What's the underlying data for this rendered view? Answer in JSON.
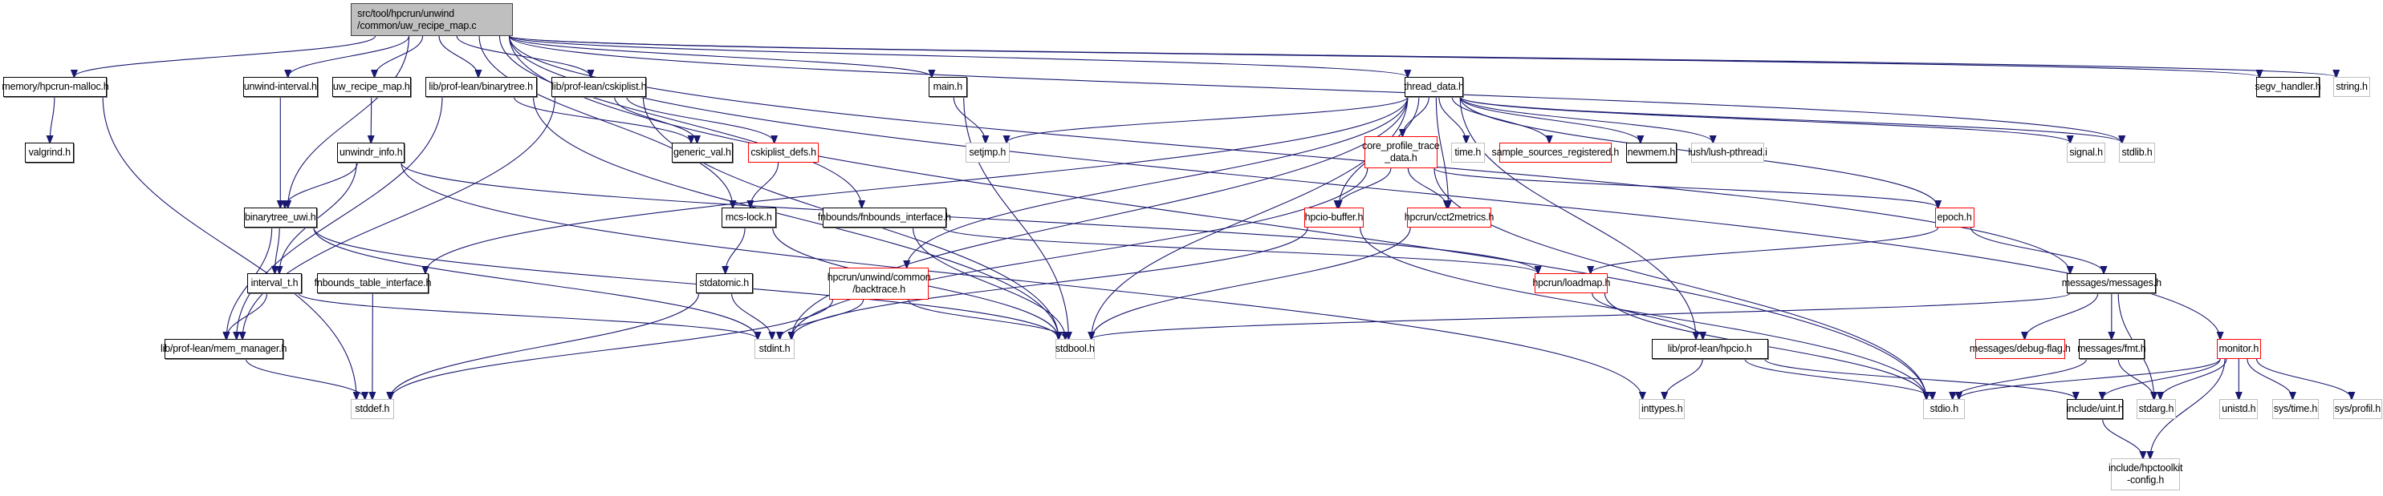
{
  "diagram": {
    "type": "include-dependency-graph",
    "root": "src/tool/hpcrun/unwind\n/common/uw_recipe_map.c",
    "colors": {
      "edge": "#191970",
      "root_fill": "#bfbfbf",
      "documented_border": "#000000",
      "external_border": "#bfbfbf",
      "incomplete_border": "#ff0000"
    },
    "nodes": [
      {
        "id": "root",
        "label": "src/tool/hpcrun/unwind\n/common/uw_recipe_map.c",
        "style": "root"
      },
      {
        "id": "hpcrun_malloc",
        "label": "memory/hpcrun-malloc.h",
        "style": "documented"
      },
      {
        "id": "valgrind",
        "label": "valgrind.h",
        "style": "documented"
      },
      {
        "id": "unwind_interval",
        "label": "unwind-interval.h",
        "style": "documented"
      },
      {
        "id": "uw_recipe_map",
        "label": "uw_recipe_map.h",
        "style": "documented"
      },
      {
        "id": "binarytree",
        "label": "lib/prof-lean/binarytree.h",
        "style": "documented"
      },
      {
        "id": "cskiplist",
        "label": "lib/prof-lean/cskiplist.h",
        "style": "documented"
      },
      {
        "id": "main_h",
        "label": "main.h",
        "style": "documented"
      },
      {
        "id": "thread_data",
        "label": "thread_data.h",
        "style": "documented"
      },
      {
        "id": "segv_handler",
        "label": "segv_handler.h",
        "style": "documented"
      },
      {
        "id": "string_h",
        "label": "string.h",
        "style": "external"
      },
      {
        "id": "unwindr_info",
        "label": "unwindr_info.h",
        "style": "documented"
      },
      {
        "id": "generic_val",
        "label": "generic_val.h",
        "style": "documented"
      },
      {
        "id": "cskiplist_defs",
        "label": "cskiplist_defs.h",
        "style": "incomplete"
      },
      {
        "id": "setjmp",
        "label": "setjmp.h",
        "style": "external"
      },
      {
        "id": "core_profile",
        "label": "core_profile_trace\n_data.h",
        "style": "incomplete"
      },
      {
        "id": "time_h",
        "label": "time.h",
        "style": "external"
      },
      {
        "id": "sample_sources",
        "label": "sample_sources_registered.h",
        "style": "incomplete"
      },
      {
        "id": "newmem",
        "label": "newmem.h",
        "style": "documented"
      },
      {
        "id": "lush_pthread",
        "label": "lush/lush-pthread.i",
        "style": "external"
      },
      {
        "id": "signal_h",
        "label": "signal.h",
        "style": "external"
      },
      {
        "id": "stdlib_h",
        "label": "stdlib.h",
        "style": "external"
      },
      {
        "id": "binarytree_uwi",
        "label": "binarytree_uwi.h",
        "style": "documented"
      },
      {
        "id": "mcs_lock",
        "label": "mcs-lock.h",
        "style": "documented"
      },
      {
        "id": "fnbounds_interface",
        "label": "fnbounds/fnbounds_interface.h",
        "style": "documented"
      },
      {
        "id": "hpcio_buffer",
        "label": "hpcio-buffer.h",
        "style": "incomplete"
      },
      {
        "id": "cct2metrics",
        "label": "hpcrun/cct2metrics.h",
        "style": "incomplete"
      },
      {
        "id": "epoch",
        "label": "epoch.h",
        "style": "incomplete"
      },
      {
        "id": "interval_t",
        "label": "interval_t.h",
        "style": "documented"
      },
      {
        "id": "fnbounds_table",
        "label": "fnbounds_table_interface.h",
        "style": "documented"
      },
      {
        "id": "stdatomic",
        "label": "stdatomic.h",
        "style": "documented"
      },
      {
        "id": "backtrace",
        "label": "hpcrun/unwind/common\n/backtrace.h",
        "style": "incomplete"
      },
      {
        "id": "loadmap",
        "label": "hpcrun/loadmap.h",
        "style": "incomplete"
      },
      {
        "id": "messages",
        "label": "messages/messages.h",
        "style": "documented"
      },
      {
        "id": "mem_manager",
        "label": "lib/prof-lean/mem_manager.h",
        "style": "documented"
      },
      {
        "id": "stdint_h",
        "label": "stdint.h",
        "style": "external"
      },
      {
        "id": "stdbool_h",
        "label": "stdbool.h",
        "style": "external"
      },
      {
        "id": "hpcio",
        "label": "lib/prof-lean/hpcio.h",
        "style": "documented"
      },
      {
        "id": "debug_flag",
        "label": "messages/debug-flag.h",
        "style": "incomplete"
      },
      {
        "id": "fmt",
        "label": "messages/fmt.h",
        "style": "documented"
      },
      {
        "id": "monitor",
        "label": "monitor.h",
        "style": "incomplete"
      },
      {
        "id": "stddef_h",
        "label": "stddef.h",
        "style": "external"
      },
      {
        "id": "inttypes_h",
        "label": "inttypes.h",
        "style": "external"
      },
      {
        "id": "stdio_h",
        "label": "stdio.h",
        "style": "external"
      },
      {
        "id": "uint_h",
        "label": "include/uint.h",
        "style": "documented"
      },
      {
        "id": "stdarg_h",
        "label": "stdarg.h",
        "style": "external"
      },
      {
        "id": "unistd_h",
        "label": "unistd.h",
        "style": "external"
      },
      {
        "id": "sys_time",
        "label": "sys/time.h",
        "style": "external"
      },
      {
        "id": "sys_profil",
        "label": "sys/profil.h",
        "style": "external"
      },
      {
        "id": "hpctoolkit_config",
        "label": "include/hpctoolkit\n-config.h",
        "style": "external"
      }
    ],
    "edges": [
      [
        "root",
        "hpcrun_malloc"
      ],
      [
        "root",
        "unwind_interval"
      ],
      [
        "root",
        "uw_recipe_map"
      ],
      [
        "root",
        "binarytree"
      ],
      [
        "root",
        "cskiplist"
      ],
      [
        "root",
        "main_h"
      ],
      [
        "root",
        "thread_data"
      ],
      [
        "root",
        "segv_handler"
      ],
      [
        "root",
        "string_h"
      ],
      [
        "root",
        "binarytree_uwi"
      ],
      [
        "root",
        "mcs_lock"
      ],
      [
        "root",
        "fnbounds_interface"
      ],
      [
        "root",
        "messages"
      ],
      [
        "root",
        "monitor"
      ],
      [
        "root",
        "stdlib_h"
      ],
      [
        "root",
        "stdio_h"
      ],
      [
        "hpcrun_malloc",
        "valgrind"
      ],
      [
        "hpcrun_malloc",
        "stddef_h"
      ],
      [
        "unwind_interval",
        "binarytree_uwi"
      ],
      [
        "uw_recipe_map",
        "unwindr_info"
      ],
      [
        "binarytree",
        "generic_val"
      ],
      [
        "binarytree",
        "mem_manager"
      ],
      [
        "binarytree",
        "stdbool_h"
      ],
      [
        "cskiplist",
        "generic_val"
      ],
      [
        "cskiplist",
        "cskiplist_defs"
      ],
      [
        "cskiplist",
        "mem_manager"
      ],
      [
        "cskiplist",
        "stdbool_h"
      ],
      [
        "cskiplist_defs",
        "mcs_lock"
      ],
      [
        "main_h",
        "setjmp"
      ],
      [
        "main_h",
        "stdbool_h"
      ],
      [
        "unwindr_info",
        "binarytree_uwi"
      ],
      [
        "unwindr_info",
        "interval_t"
      ],
      [
        "unwindr_info",
        "loadmap"
      ],
      [
        "unwindr_info",
        "inttypes_h"
      ],
      [
        "binarytree_uwi",
        "interval_t"
      ],
      [
        "binarytree_uwi",
        "mem_manager"
      ],
      [
        "binarytree_uwi",
        "stdint_h"
      ],
      [
        "binarytree_uwi",
        "stdbool_h"
      ],
      [
        "interval_t",
        "mem_manager"
      ],
      [
        "interval_t",
        "stdint_h"
      ],
      [
        "mem_manager",
        "stddef_h"
      ],
      [
        "fnbounds_table",
        "stddef_h"
      ],
      [
        "mcs_lock",
        "stdatomic"
      ],
      [
        "mcs_lock",
        "stdbool_h"
      ],
      [
        "stdatomic",
        "stdint_h"
      ],
      [
        "stdatomic",
        "stddef_h"
      ],
      [
        "fnbounds_interface",
        "stdbool_h"
      ],
      [
        "fnbounds_interface",
        "loadmap"
      ],
      [
        "thread_data",
        "setjmp"
      ],
      [
        "thread_data",
        "core_profile"
      ],
      [
        "thread_data",
        "time_h"
      ],
      [
        "thread_data",
        "sample_sources"
      ],
      [
        "thread_data",
        "newmem"
      ],
      [
        "thread_data",
        "lush_pthread"
      ],
      [
        "thread_data",
        "signal_h"
      ],
      [
        "thread_data",
        "stdlib_h"
      ],
      [
        "thread_data",
        "hpcio_buffer"
      ],
      [
        "thread_data",
        "cct2metrics"
      ],
      [
        "thread_data",
        "epoch"
      ],
      [
        "thread_data",
        "fnbounds_table"
      ],
      [
        "thread_data",
        "backtrace"
      ],
      [
        "thread_data",
        "stdint_h"
      ],
      [
        "thread_data",
        "stdbool_h"
      ],
      [
        "thread_data",
        "hpcio"
      ],
      [
        "core_profile",
        "hpcio_buffer"
      ],
      [
        "core_profile",
        "cct2metrics"
      ],
      [
        "core_profile",
        "epoch"
      ],
      [
        "core_profile",
        "stdint_h"
      ],
      [
        "core_profile",
        "stdio_h"
      ],
      [
        "hpcio_buffer",
        "stdint_h"
      ],
      [
        "hpcio_buffer",
        "stdio_h"
      ],
      [
        "cct2metrics",
        "stdbool_h"
      ],
      [
        "epoch",
        "loadmap"
      ],
      [
        "epoch",
        "messages"
      ],
      [
        "backtrace",
        "stdint_h"
      ],
      [
        "backtrace",
        "stdbool_h"
      ],
      [
        "backtrace",
        "stddef_h"
      ],
      [
        "loadmap",
        "hpcio"
      ],
      [
        "loadmap",
        "stdio_h"
      ],
      [
        "messages",
        "stdbool_h"
      ],
      [
        "messages",
        "debug_flag"
      ],
      [
        "messages",
        "fmt"
      ],
      [
        "messages",
        "stdarg_h"
      ],
      [
        "hpcio",
        "inttypes_h"
      ],
      [
        "hpcio",
        "stdio_h"
      ],
      [
        "hpcio",
        "uint_h"
      ],
      [
        "fmt",
        "stdio_h"
      ],
      [
        "fmt",
        "stdarg_h"
      ],
      [
        "monitor",
        "stdio_h"
      ],
      [
        "monitor",
        "uint_h"
      ],
      [
        "monitor",
        "stdarg_h"
      ],
      [
        "monitor",
        "unistd_h"
      ],
      [
        "monitor",
        "sys_time"
      ],
      [
        "monitor",
        "sys_profil"
      ],
      [
        "monitor",
        "hpctoolkit_config"
      ],
      [
        "uint_h",
        "hpctoolkit_config"
      ]
    ]
  }
}
